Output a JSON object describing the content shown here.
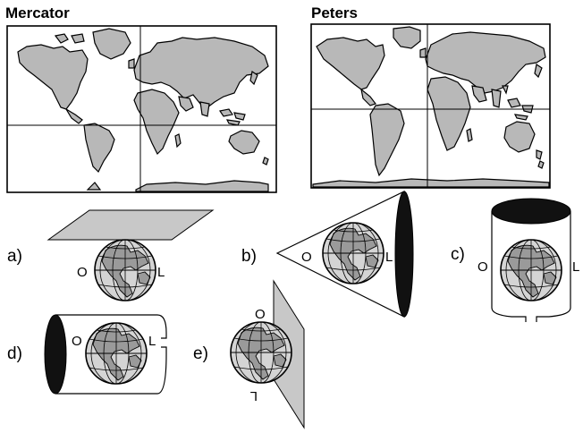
{
  "maps": {
    "mercator_title": "Mercator",
    "peters_title": "Peters"
  },
  "projections": [
    {
      "letter": "a)",
      "left_label": "O",
      "right_label": "L",
      "surface": "plane"
    },
    {
      "letter": "b)",
      "left_label": "O",
      "right_label": "L",
      "surface": "cone"
    },
    {
      "letter": "c)",
      "left_label": "O",
      "right_label": "L",
      "surface": "cylinder"
    },
    {
      "letter": "d)",
      "left_label": "O",
      "right_label": "L",
      "surface": "cylinder"
    },
    {
      "letter": "e)",
      "left_label": "O",
      "right_label": "L",
      "surface": "plane"
    }
  ],
  "colors": {
    "land": "#b8b8b8",
    "sheet": "#c8c8c8",
    "dark": "#111111"
  }
}
